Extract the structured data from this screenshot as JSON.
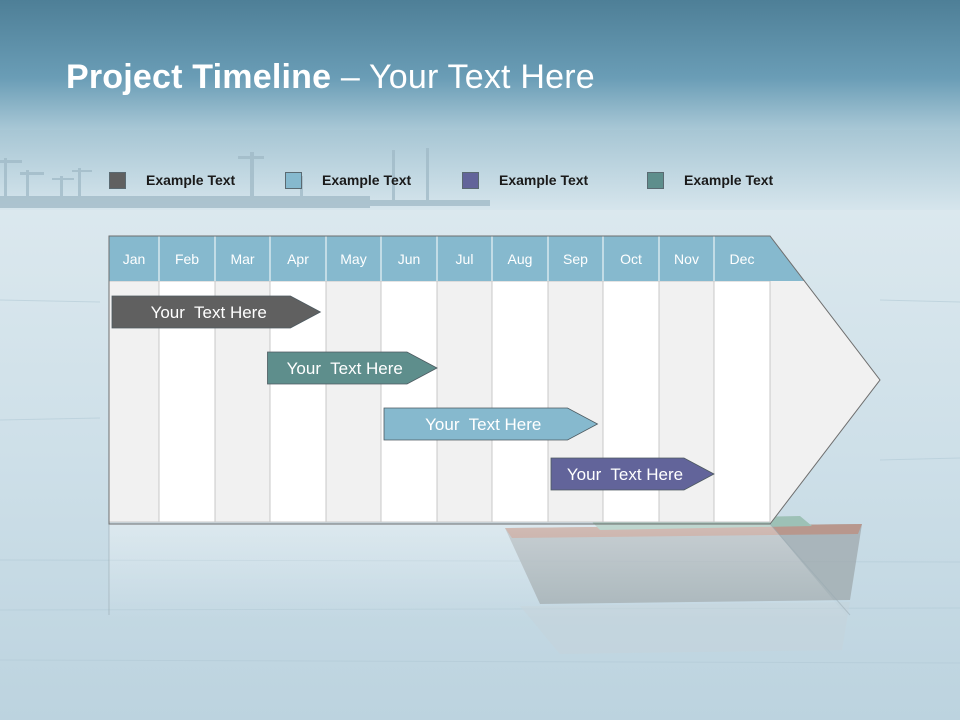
{
  "slide": {
    "title_bold": "Project Timeline",
    "title_rest": " – Your Text Here"
  },
  "legend": [
    {
      "label": "Example Text",
      "color": "#606060"
    },
    {
      "label": "Example Text",
      "color": "#86b9ce"
    },
    {
      "label": "Example Text",
      "color": "#62649a"
    },
    {
      "label": "Example Text",
      "color": "#5e8e8c"
    }
  ],
  "timeline": {
    "months": [
      "Jan",
      "Feb",
      "Mar",
      "Apr",
      "May",
      "Jun",
      "Jul",
      "Aug",
      "Sep",
      "Oct",
      "Nov",
      "Dec"
    ],
    "header_color": "#86b9ce",
    "tasks": [
      {
        "label": "Your  Text Here",
        "start_month": 1.0,
        "end_month": 4.9,
        "color": "#606060"
      },
      {
        "label": "Your  Text Here",
        "start_month": 3.9,
        "end_month": 7.0,
        "color": "#5e8e8c"
      },
      {
        "label": "Your  Text Here",
        "start_month": 6.0,
        "end_month": 9.9,
        "color": "#86b9ce"
      },
      {
        "label": "Your  Text Here",
        "start_month": 9.0,
        "end_month": 12.0,
        "color": "#62649a"
      }
    ]
  }
}
